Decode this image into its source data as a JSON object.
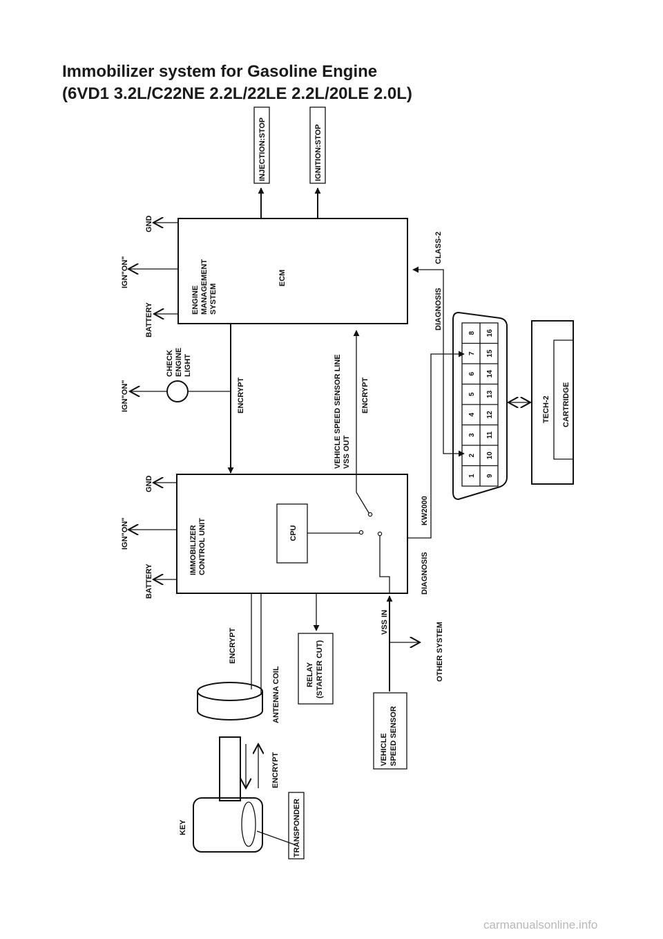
{
  "title": {
    "line1": "Immobilizer system for Gasoline Engine",
    "line2": "(6VD1 3.2L/C22NE 2.2L/22LE 2.2L/20LE 2.0L)"
  },
  "ecm": {
    "system_line1": "ENGINE",
    "system_line2": "MANAGEMENT",
    "system_line3": "SYSTEM",
    "label": "ECM",
    "battery": "BATTERY",
    "ign_on": "IGN\"ON\"",
    "gnd": "GND"
  },
  "outputs": {
    "injection": "INJECTION:STOP",
    "ignition": "IGNITION:STOP"
  },
  "check_engine": {
    "line1": "CHECK",
    "line2": "ENGINE",
    "line3": "LIGHT",
    "ign_on": "IGN\"ON\""
  },
  "links": {
    "encrypt_ecm": "ENCRYPT",
    "encrypt_vss": "ENCRYPT",
    "vss_line1": "VEHICLE SPEED SENSOR LINE",
    "vss_line2": "VSS OUT",
    "class2": "CLASS-2",
    "diagnosis_ecm": "DIAGNOSIS",
    "kw2000": "KW2000",
    "diagnosis_icu": "DIAGNOSIS"
  },
  "icu": {
    "line1": "IMMOBILIZER",
    "line2": "CONTROL UNIT",
    "cpu": "CPU",
    "battery": "BATTERY",
    "ign_on": "IGN\"ON\"",
    "gnd": "GND"
  },
  "connector": {
    "pins_top": [
      "1",
      "2",
      "3",
      "4",
      "5",
      "6",
      "7",
      "8"
    ],
    "pins_bottom": [
      "9",
      "10",
      "11",
      "12",
      "13",
      "14",
      "15",
      "16"
    ]
  },
  "tech2": {
    "label": "TECH-2",
    "cartridge": "CARTRIDGE"
  },
  "lower": {
    "encrypt_coil": "ENCRYPT",
    "antenna_coil": "ANTENNA COIL",
    "relay_line1": "RELAY",
    "relay_line2": "(STARTER CUT)",
    "vss_in": "VSS IN",
    "other_system": "OTHER SYSTEM",
    "vss_sensor_line1": "VEHICLE",
    "vss_sensor_line2": "SPEED SENSOR",
    "encrypt_key": "ENCRYPT",
    "key": "KEY",
    "transponder": "TRANSPONDER"
  },
  "watermark": "carmanualsonline.info"
}
